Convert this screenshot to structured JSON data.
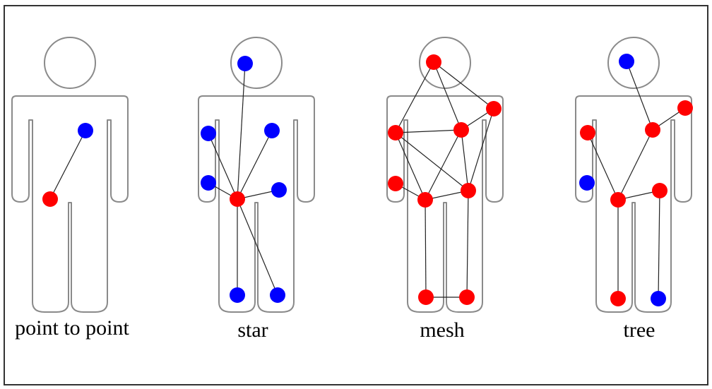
{
  "colors": {
    "red_node": "#ff0000",
    "blue_node": "#0000ff",
    "edge": "#222222",
    "frame": "#333333",
    "body_outline": "#8a8a8a"
  },
  "topologies": [
    {
      "label": "point to point",
      "nodes": [
        {
          "id": "a",
          "color": "red"
        },
        {
          "id": "b",
          "color": "blue"
        }
      ],
      "edges": [
        [
          "a",
          "b"
        ]
      ]
    },
    {
      "label": "star",
      "nodes": [
        {
          "id": "hub",
          "color": "red"
        },
        {
          "id": "head",
          "color": "blue"
        },
        {
          "id": "l_hand",
          "color": "blue"
        },
        {
          "id": "l_hip",
          "color": "blue"
        },
        {
          "id": "chest",
          "color": "blue"
        },
        {
          "id": "r_hip",
          "color": "blue"
        },
        {
          "id": "l_foot",
          "color": "blue"
        },
        {
          "id": "r_foot",
          "color": "blue"
        }
      ],
      "edges": [
        [
          "hub",
          "head"
        ],
        [
          "hub",
          "l_hand"
        ],
        [
          "hub",
          "l_hip"
        ],
        [
          "hub",
          "chest"
        ],
        [
          "hub",
          "r_hip"
        ],
        [
          "hub",
          "l_foot"
        ],
        [
          "hub",
          "r_foot"
        ]
      ]
    },
    {
      "label": "mesh",
      "nodes": [
        {
          "id": "head",
          "color": "red"
        },
        {
          "id": "r_shoulder",
          "color": "red"
        },
        {
          "id": "l_hand",
          "color": "red"
        },
        {
          "id": "chest",
          "color": "red"
        },
        {
          "id": "l_hip",
          "color": "red"
        },
        {
          "id": "c_hip",
          "color": "red"
        },
        {
          "id": "r_hip",
          "color": "red"
        },
        {
          "id": "l_foot",
          "color": "red"
        },
        {
          "id": "r_foot",
          "color": "red"
        }
      ],
      "edges": [
        [
          "head",
          "l_hand"
        ],
        [
          "head",
          "chest"
        ],
        [
          "head",
          "r_shoulder"
        ],
        [
          "l_hand",
          "chest"
        ],
        [
          "l_hand",
          "c_hip"
        ],
        [
          "l_hand",
          "r_hip"
        ],
        [
          "l_hip",
          "c_hip"
        ],
        [
          "chest",
          "c_hip"
        ],
        [
          "chest",
          "r_hip"
        ],
        [
          "r_shoulder",
          "chest"
        ],
        [
          "r_shoulder",
          "r_hip"
        ],
        [
          "c_hip",
          "r_hip"
        ],
        [
          "c_hip",
          "l_foot"
        ],
        [
          "r_hip",
          "r_foot"
        ],
        [
          "l_foot",
          "r_foot"
        ]
      ]
    },
    {
      "label": "tree",
      "nodes": [
        {
          "id": "head",
          "color": "blue"
        },
        {
          "id": "chest",
          "color": "red"
        },
        {
          "id": "r_shoulder",
          "color": "red"
        },
        {
          "id": "l_hand",
          "color": "red"
        },
        {
          "id": "l_hip",
          "color": "blue"
        },
        {
          "id": "hub",
          "color": "red"
        },
        {
          "id": "r_hip",
          "color": "red"
        },
        {
          "id": "l_foot",
          "color": "red"
        },
        {
          "id": "r_foot",
          "color": "blue"
        }
      ],
      "edges": [
        [
          "head",
          "chest"
        ],
        [
          "chest",
          "r_shoulder"
        ],
        [
          "chest",
          "hub"
        ],
        [
          "l_hand",
          "hub"
        ],
        [
          "hub",
          "r_hip"
        ],
        [
          "hub",
          "l_foot"
        ],
        [
          "r_hip",
          "r_foot"
        ]
      ]
    }
  ]
}
